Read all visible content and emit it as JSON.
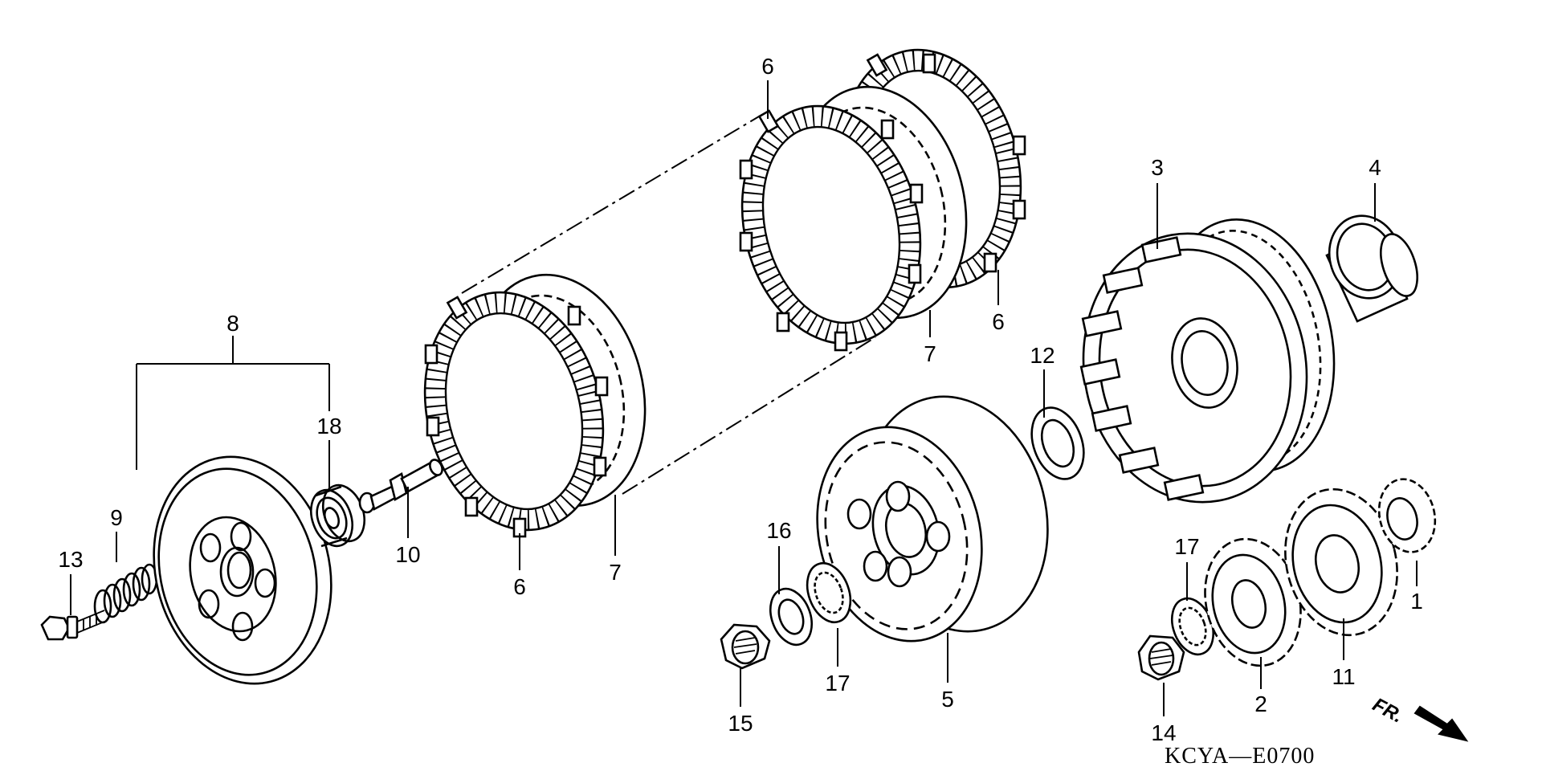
{
  "diagram": {
    "callouts": [
      "1",
      "2",
      "3",
      "4",
      "5",
      "6",
      "6",
      "6",
      "7",
      "7",
      "8",
      "9",
      "10",
      "11",
      "12",
      "13",
      "14",
      "15",
      "16",
      "17",
      "17",
      "18"
    ],
    "direction_label": "FR.",
    "drawing_code": "KCYA—E0700"
  }
}
